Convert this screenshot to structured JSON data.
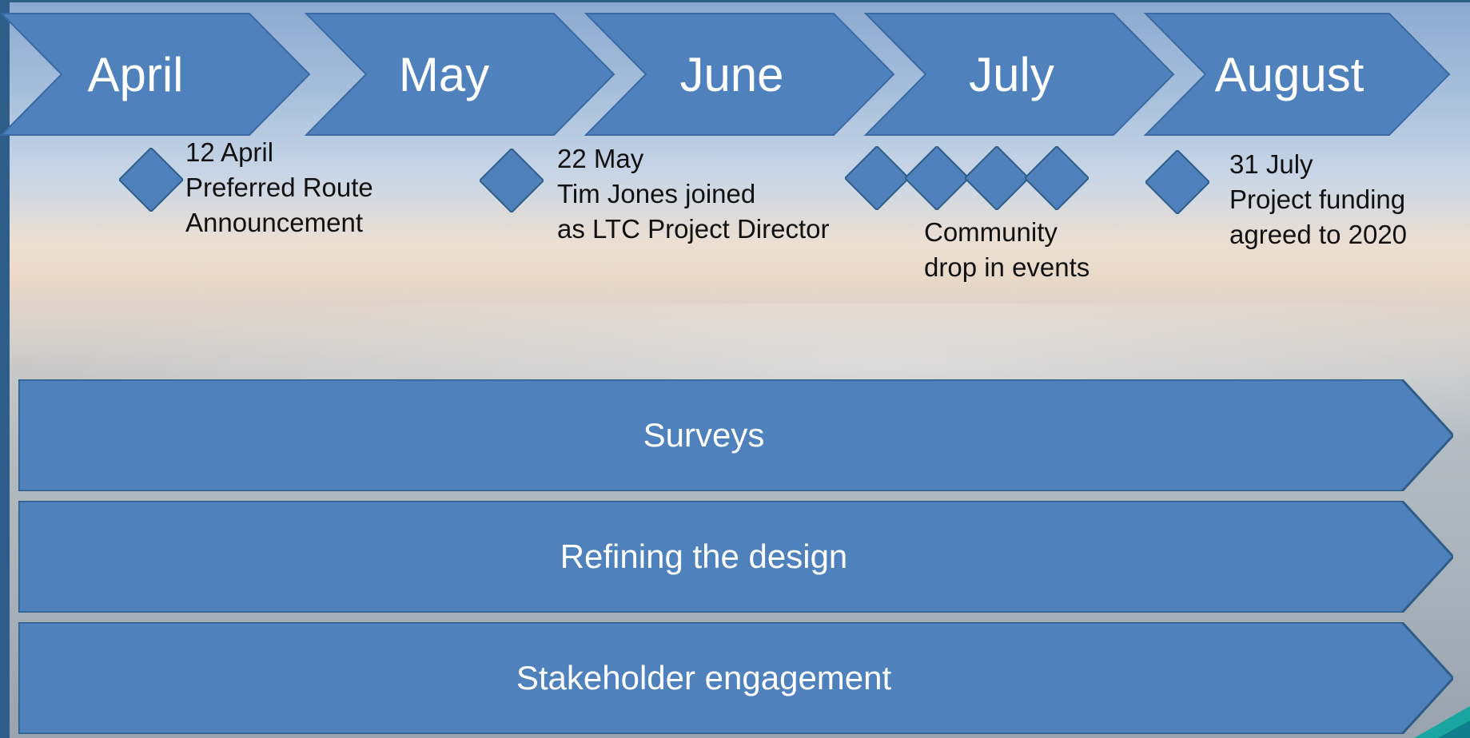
{
  "colors": {
    "chevron_fill": "#4f81bd",
    "chevron_stroke": "#3a6aa6",
    "bar_fill": "#4f81bd",
    "bar_stroke": "#2f5d8a",
    "note_text": "#111111",
    "accent_teal": "#1aa6a0"
  },
  "timeline": {
    "months": [
      "April",
      "May",
      "June",
      "July",
      "August"
    ]
  },
  "milestones": [
    {
      "lines": [
        "12 April",
        "Preferred Route",
        "Announcement"
      ]
    },
    {
      "lines": [
        "22 May",
        "Tim Jones joined",
        "as LTC Project Director"
      ]
    },
    {
      "lines": [
        "Community",
        "drop in events"
      ]
    },
    {
      "lines": [
        "31 July",
        "Project funding",
        "agreed to 2020"
      ]
    }
  ],
  "workstreams": [
    "Surveys",
    "Refining the design",
    "Stakeholder engagement"
  ]
}
